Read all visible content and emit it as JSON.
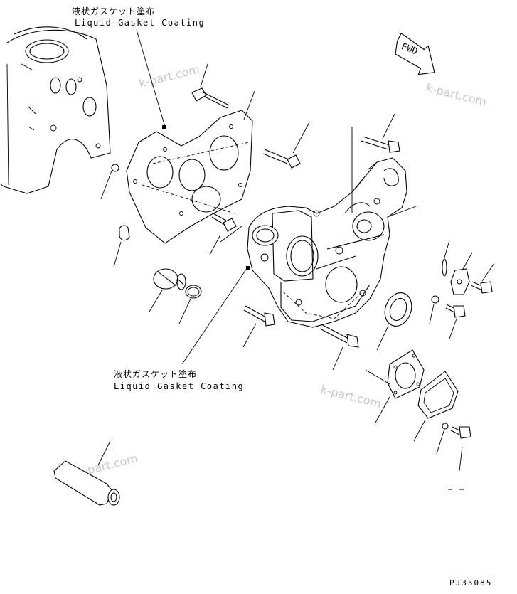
{
  "labels": {
    "top_note_jp": "液状ガスケット塗布",
    "top_note_en": "Liquid Gasket Coating",
    "mid_note_jp": "液状ガスケット塗布",
    "mid_note_en": "Liquid Gasket Coating"
  },
  "fwd_label": "FWD",
  "drawing_code": "PJ35085",
  "watermarks": [
    "k-part.com",
    "k-part.com",
    "k-part.com",
    "k-part.com"
  ]
}
